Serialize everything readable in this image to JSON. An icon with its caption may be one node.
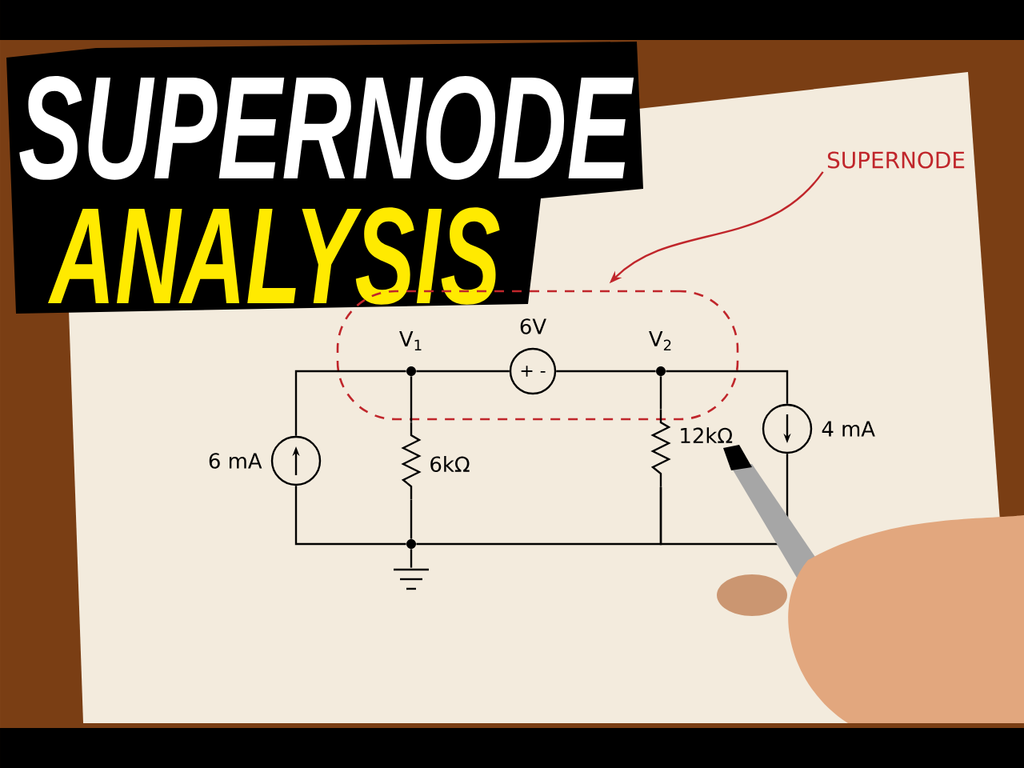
{
  "diagram": {
    "nodes": [
      {
        "text": [
          "SUPERNODE"
        ]
      },
      {
        "text": [],
        "shape": "ellipse"
      },
      {
        "text": [],
        "shape": "dot",
        "in": 1,
        "beside": [
          "V$_{1}$"
        ]
      },
      {
        "text": [
          "+ -"
        ],
        "in": 1,
        "beside": [
          "6V"
        ]
      },
      {
        "text": [],
        "shape": "dot",
        "in": 1,
        "beside": [
          "V$_{2}$"
        ]
      },
      {
        "text": [],
        "shape": "circle",
        "beside": [
          "6 mA"
        ]
      },
      {
        "text": [],
        "shape": "resistor",
        "beside": [
          "6kΩ"
        ]
      },
      {
        "text": [],
        "shape": "resistor",
        "beside": [
          "12kΩ"
        ]
      },
      {
        "text": [],
        "shape": "circle",
        "beside": [
          "4 mA"
        ]
      },
      {
        "text": [],
        "shape": "dot"
      },
      {
        "text": [],
        "shape": "ground"
      }
    ],
    "edges": [
      {
        "from": 0,
        "to": 1,
        "arrow": "to",
        "color": "#c0262b"
      },
      {
        "from": 5,
        "to": 2,
        "arrow": "none"
      },
      {
        "from": 2,
        "to": 3,
        "arrow": "none"
      },
      {
        "from": 3,
        "to": 4,
        "arrow": "none"
      },
      {
        "from": 4,
        "to": 8,
        "arrow": "none"
      },
      {
        "from": 2,
        "to": 6,
        "arrow": "none"
      },
      {
        "from": 4,
        "to": 7,
        "arrow": "none"
      },
      {
        "from": 6,
        "to": 9,
        "arrow": "none"
      },
      {
        "from": 5,
        "to": 9,
        "arrow": "none"
      },
      {
        "from": 9,
        "to": 7,
        "arrow": "none"
      },
      {
        "from": 7,
        "to": 8,
        "arrow": "none"
      },
      {
        "from": 9,
        "to": 10,
        "arrow": "none"
      }
    ],
    "labels": [
      "SUPERNODE",
      "ANALYSIS"
    ]
  }
}
